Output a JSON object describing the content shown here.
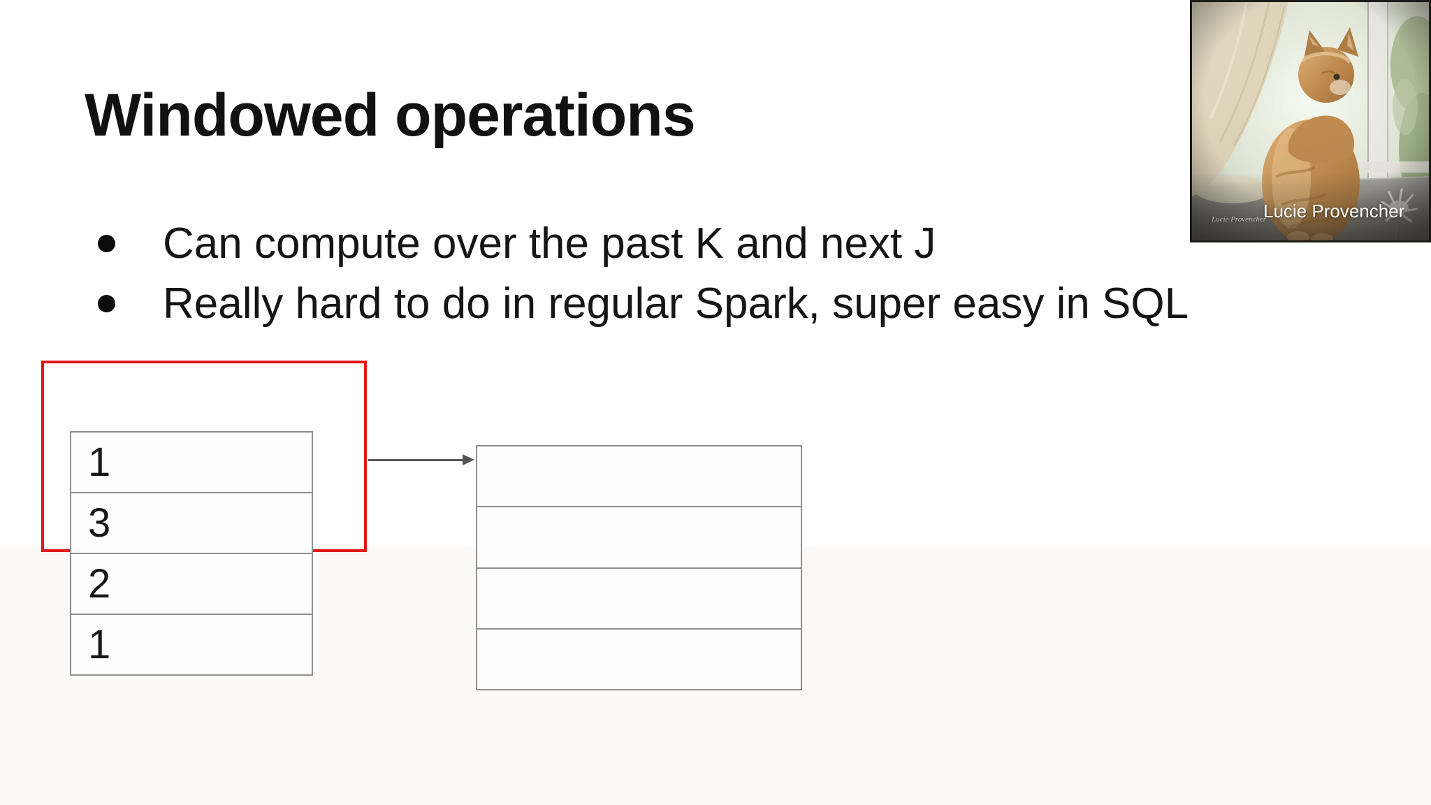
{
  "slide": {
    "title": "Windowed operations",
    "bullets": [
      "Can compute over the past K and next J",
      "Really hard to do in regular Spark, super easy in SQL"
    ]
  },
  "diagram": {
    "input_table": {
      "rows": [
        "1",
        "3",
        "2",
        "1"
      ]
    },
    "output_table": {
      "rows": [
        "",
        "",
        "",
        ""
      ]
    },
    "highlight_color": "#e0191a",
    "arrow_color": "#555555",
    "table_border_color": "#8f8f8f"
  },
  "webcam": {
    "name_label": "Lucie Provencher",
    "watermark": "Lucie Provencher"
  }
}
